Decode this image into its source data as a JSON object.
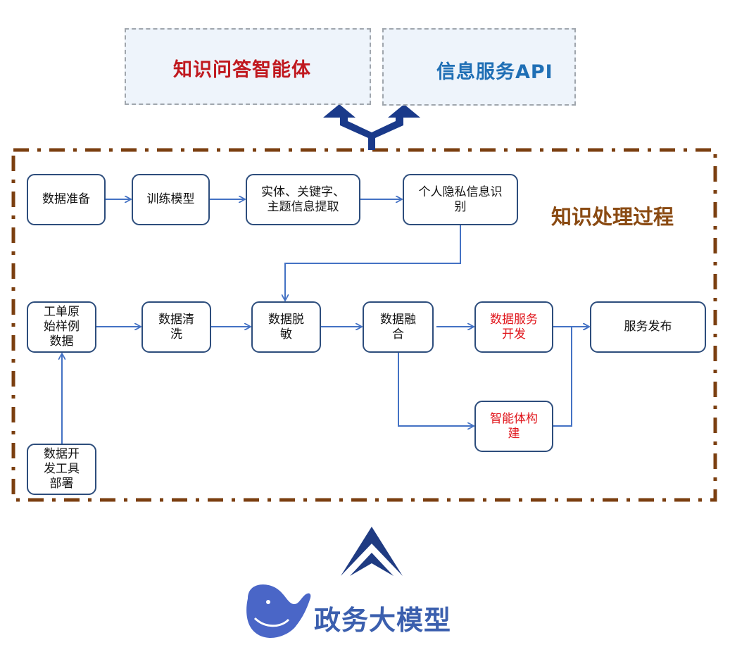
{
  "top": {
    "qa_agent": {
      "label": "知识问答智能体",
      "color": "#c0181e",
      "icon": "m-building-icon"
    },
    "info_api": {
      "label": "信息服务API",
      "color": "#1f6fb5",
      "icon": "bar-signal-icon"
    }
  },
  "process": {
    "title": "知识处理过程",
    "row1": [
      "数据准备",
      "训练模型",
      "实体、关键字、主题信息提取",
      "个人隐私信息识别"
    ],
    "row2": [
      "工单原始样例数据",
      "数据清洗",
      "数据脱敏",
      "数据融合",
      "数据服务开发",
      "服务发布"
    ],
    "agent_build": "智能体构建",
    "dev_tools": "数据开发工具部署"
  },
  "base": {
    "title": "政务大模型",
    "icon": "whale-icon"
  },
  "colors": {
    "arrow": "#4472c4",
    "border": "#7b3f10",
    "node_border": "#2d4d7c",
    "up_arrow": "#1a3a8a",
    "highlight": "#e0151b"
  }
}
